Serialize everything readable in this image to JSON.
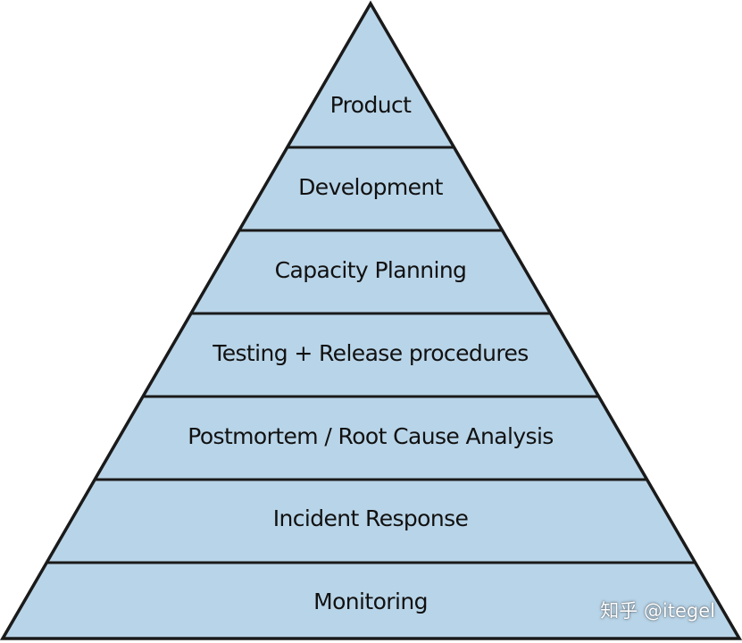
{
  "diagram": {
    "layers": [
      {
        "label": "Product"
      },
      {
        "label": "Development"
      },
      {
        "label": "Capacity Planning"
      },
      {
        "label": "Testing + Release procedures"
      },
      {
        "label": "Postmortem / Root Cause Analysis"
      },
      {
        "label": "Incident Response"
      },
      {
        "label": "Monitoring"
      }
    ],
    "colors": {
      "fill": "#b8d4e8",
      "stroke": "#1a1a1a",
      "text": "#111111"
    }
  },
  "watermark": {
    "text": "知乎 @itegel"
  }
}
